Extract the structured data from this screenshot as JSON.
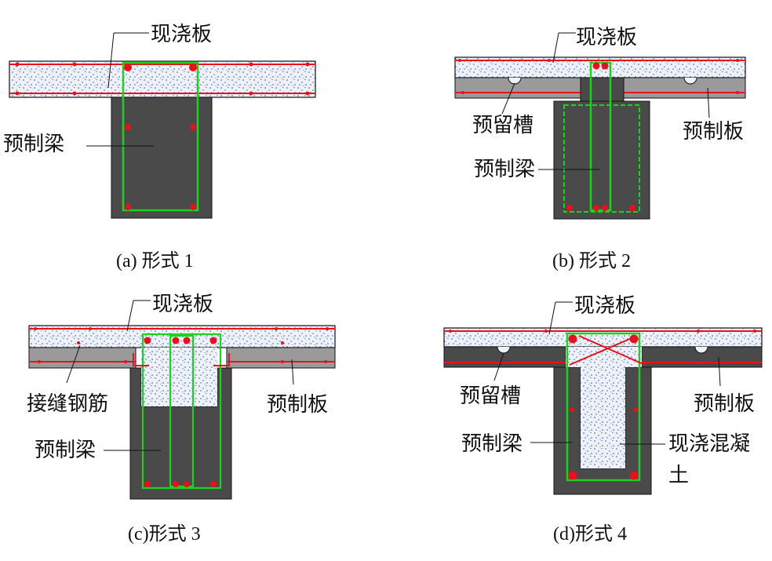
{
  "colors": {
    "concrete_fill": "#eef1f8",
    "precast_dark": "#4a4a4a",
    "precast_slab": "#9a9a9a",
    "rebar_red": "#e8101a",
    "stirrup_green": "#1fd11f",
    "speckle_blue": "#2a4fc0",
    "line": "#111111"
  },
  "panels": {
    "a": {
      "label_castslab": "现浇板",
      "label_beam": "预制梁",
      "caption": "(a)  形式 1"
    },
    "b": {
      "label_castslab": "现浇板",
      "label_groove": "预留槽",
      "label_slab": "预制板",
      "label_beam": "预制梁",
      "caption": "(b)  形式 2"
    },
    "c": {
      "label_castslab": "现浇板",
      "label_joint_rebar": "接缝钢筋",
      "label_slab": "预制板",
      "label_beam": "预制梁",
      "caption": "(c)形式 3"
    },
    "d": {
      "label_castslab": "现浇板",
      "label_groove": "预留槽",
      "label_slab": "预制板",
      "label_beam": "预制梁",
      "label_castconcrete_1": "现浇混凝",
      "label_castconcrete_2": "土",
      "caption": "(d)形式 4"
    }
  }
}
